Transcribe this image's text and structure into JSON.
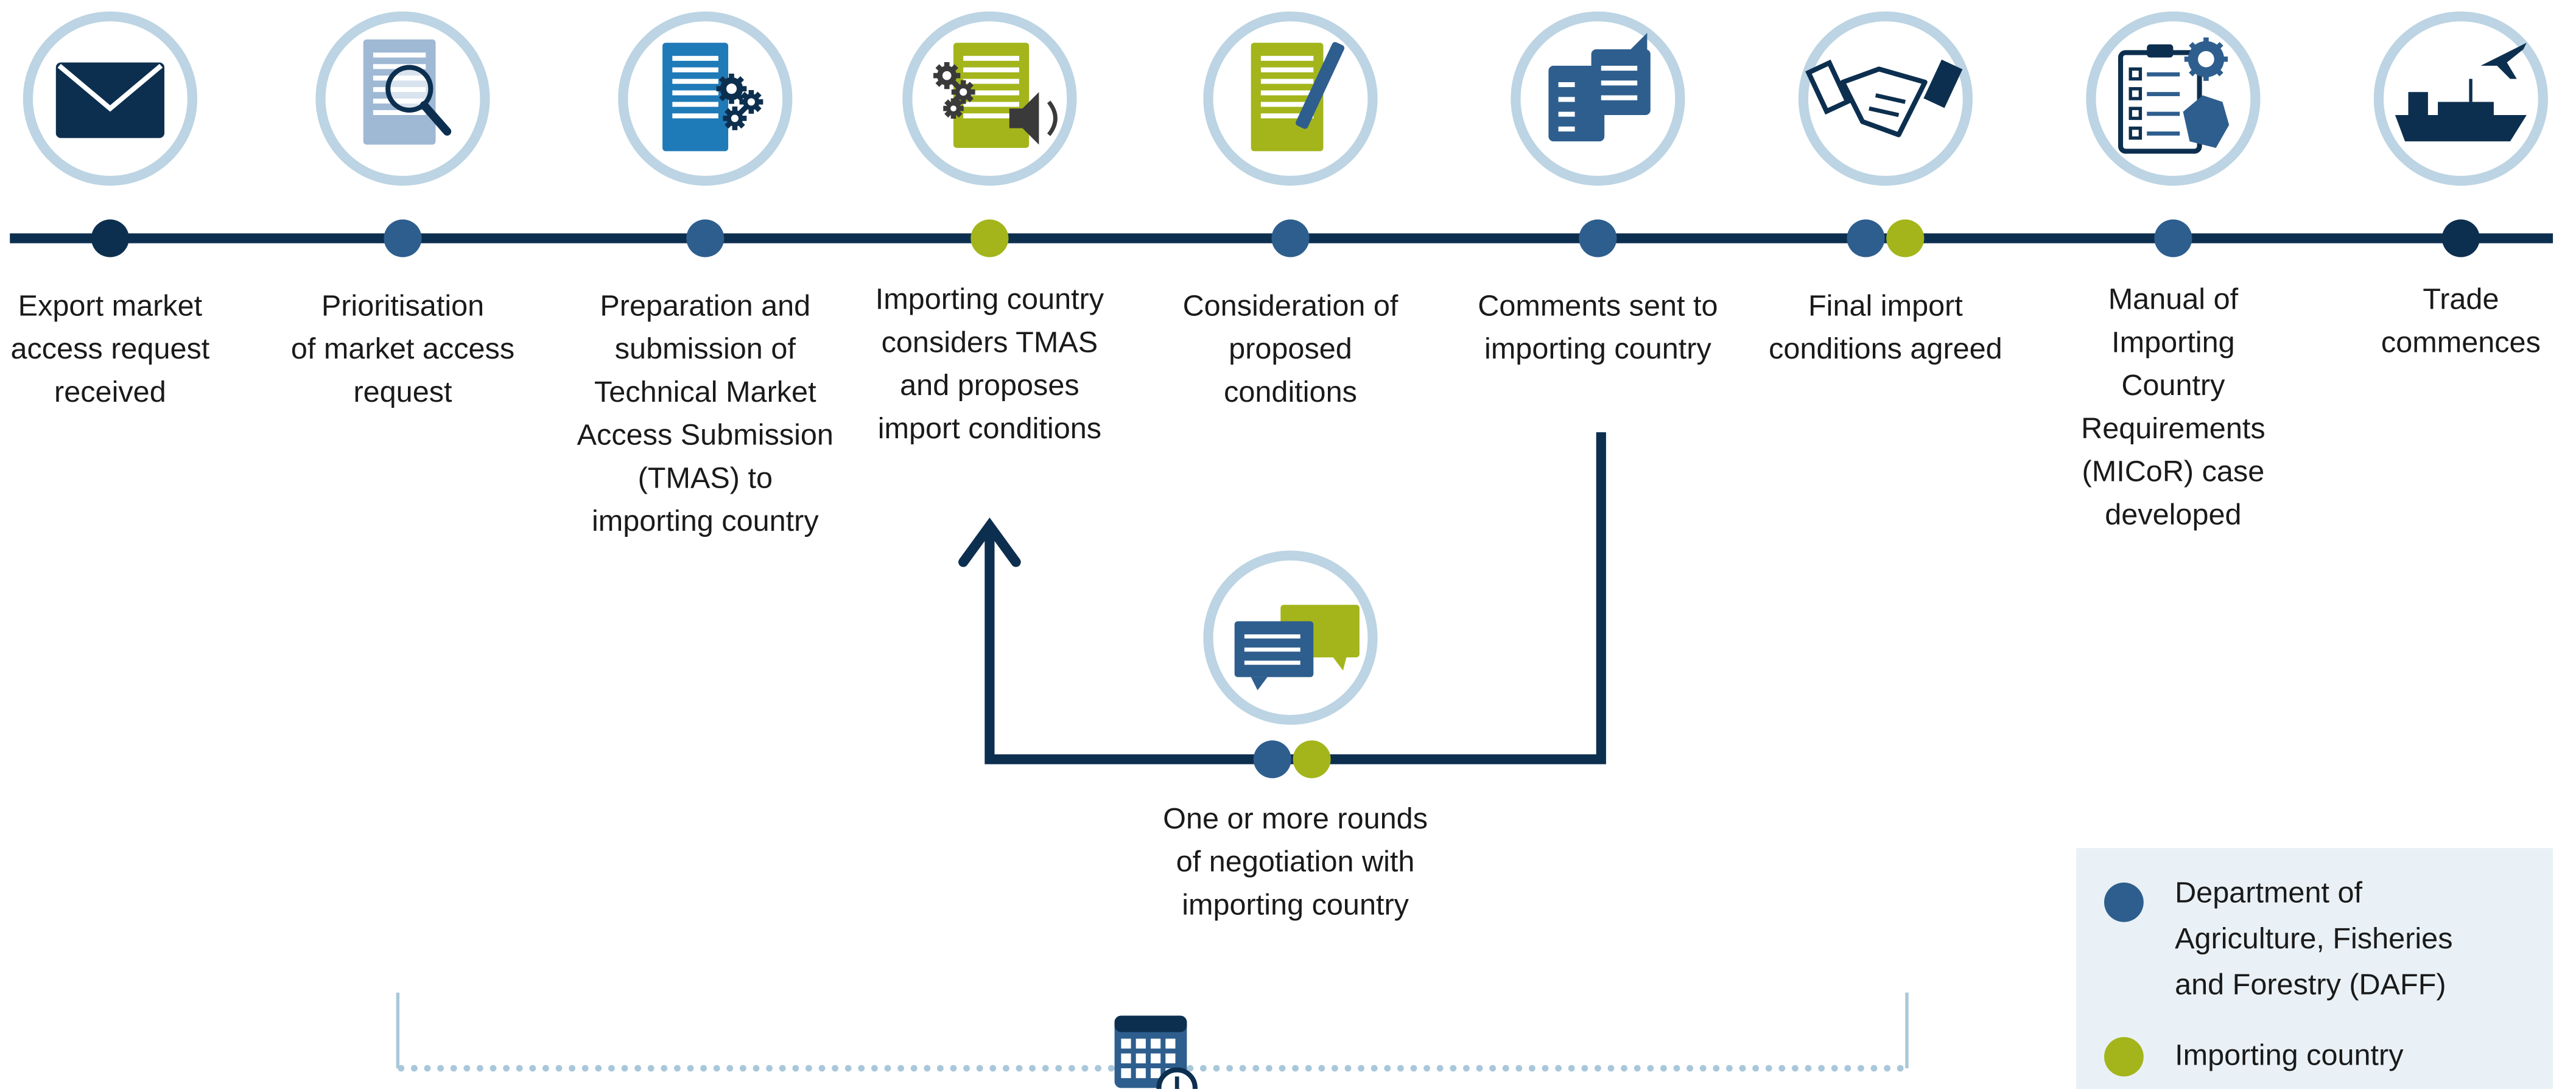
{
  "steps": [
    {
      "label": [
        "Export market",
        "access request",
        "received"
      ],
      "icon": "envelope-icon",
      "dots": [
        "dark"
      ]
    },
    {
      "label": [
        "Prioritisation",
        "of market access",
        "request"
      ],
      "icon": "document-search-icon",
      "dots": [
        "daff"
      ]
    },
    {
      "label": [
        "Preparation and",
        "submission of",
        "Technical Market",
        "Access Submission",
        "(TMAS) to",
        "importing country"
      ],
      "icon": "document-gears-icon",
      "dots": [
        "daff"
      ]
    },
    {
      "label": [
        "Importing country",
        "considers TMAS",
        "and proposes",
        "import conditions"
      ],
      "icon": "document-gears-speaker-icon",
      "dots": [
        "importing"
      ]
    },
    {
      "label": [
        "Consideration of",
        "proposed",
        "conditions"
      ],
      "icon": "document-pen-icon",
      "dots": [
        "daff"
      ]
    },
    {
      "label": [
        "Comments sent to",
        "importing country"
      ],
      "icon": "documents-chat-icon",
      "dots": [
        "daff"
      ]
    },
    {
      "label": [
        "Final import",
        "conditions agreed"
      ],
      "icon": "handshake-icon",
      "dots": [
        "daff",
        "importing"
      ]
    },
    {
      "label": [
        "Manual of",
        "Importing",
        "Country",
        "Requirements",
        "(MICoR) case",
        "developed"
      ],
      "icon": "checklist-gear-australia-icon",
      "dots": [
        "daff"
      ]
    },
    {
      "label": [
        "Trade",
        "commences"
      ],
      "icon": "ship-plane-icon",
      "dots": [
        "dark"
      ]
    }
  ],
  "negotiation": {
    "label": [
      "One or more rounds",
      "of negotiation with",
      "importing country"
    ],
    "icon": "chat-bubbles-icon",
    "dots": [
      "daff",
      "importing"
    ]
  },
  "timeline_icon": "calendar-clock-icon",
  "legend": [
    {
      "key": "daff",
      "label": [
        "Department of",
        "Agriculture, Fisheries",
        "and Forestry (DAFF)"
      ]
    },
    {
      "key": "importing",
      "label": [
        "Importing country"
      ]
    }
  ],
  "colors": {
    "line": "#0d2f4f",
    "daff": "#2e5e8e",
    "importing": "#a3b51b",
    "dark": "#0d2f4f",
    "ring": "#bcd4e3",
    "text": "#1a1a1a",
    "legend_bg": "#e9f1f6"
  }
}
